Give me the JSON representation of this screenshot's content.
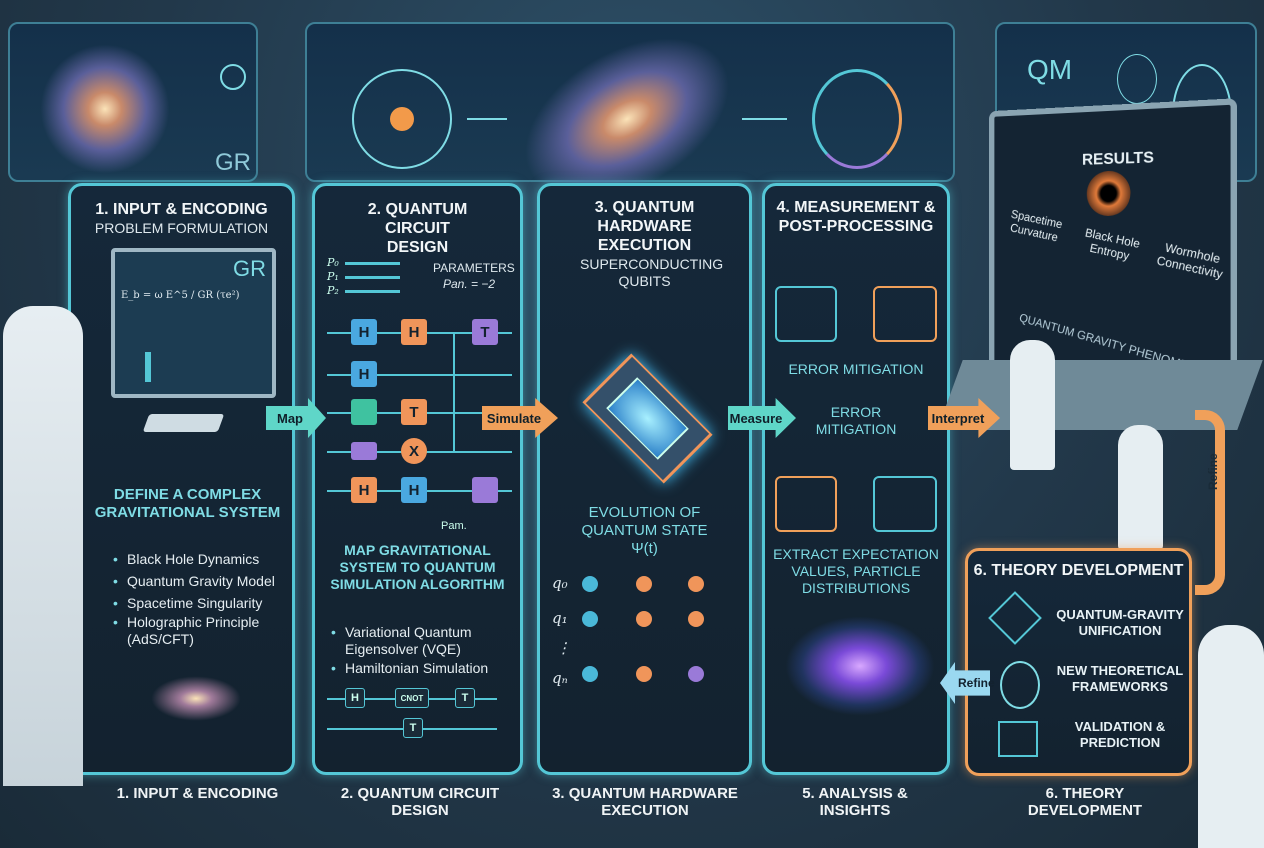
{
  "colors": {
    "accent_cyan": "#54c7d6",
    "accent_orange": "#f0a05a",
    "accent_purple": "#9a7ad8",
    "background": "#22384a"
  },
  "top_banner": {
    "gr_label": "GR",
    "qm_label": "QM",
    "results_label": "RESULTS"
  },
  "panel1": {
    "title": "1. INPUT & ENCODING",
    "subtitle": "PROBLEM FORMULATION",
    "screen_label": "GR",
    "equation": "E_b = ω E^5 / GR (τe²)",
    "heading": "DEFINE A COMPLEX GRAVITATIONAL SYSTEM",
    "items": [
      "Black Hole Dynamics",
      "Quantum Gravity Model",
      "Spacetime Singularity",
      "Holographic Principle (AdS/CFT)"
    ]
  },
  "arrows": {
    "map": "Map",
    "simulate": "Simulate",
    "measure": "Measure",
    "interpret": "Interpret",
    "refine_vertical": "Refine",
    "refine": "Refine"
  },
  "panel2": {
    "title": "2. QUANTUM CIRCUIT DESIGN",
    "param_labels": [
      "P₀",
      "P₁",
      "P₂"
    ],
    "parameters_label": "PARAMETERS",
    "parameters_value": "Pan. = −2",
    "gates": [
      "H",
      "H",
      "T",
      "H",
      "T",
      "X",
      "H",
      "H"
    ],
    "pam_label": "Pam.",
    "heading": "MAP GRAVITATIONAL SYSTEM TO QUANTUM SIMULATION ALGORITHM",
    "items": [
      "Variational Quantum Eigensolver (VQE)",
      "Hamiltonian Simulation"
    ],
    "mini_circuit": [
      "H",
      "CNOT",
      "T",
      "T"
    ]
  },
  "panel3": {
    "title": "3. QUANTUM HARDWARE EXECUTION",
    "subtitle": "SUPERCONDUCTING QUBITS",
    "heading": "EVOLUTION OF QUANTUM STATE Ψ(t)",
    "qubit_labels": [
      "q₀",
      "q₁",
      "⋮",
      "qₙ"
    ]
  },
  "panel4": {
    "title": "4. MEASUREMENT & POST-PROCESSING",
    "label1": "ERROR MITIGATION",
    "label2": "ERROR MITIGATION",
    "heading": "EXTRACT EXPECTATION VALUES, PARTICLE DISTRIBUTIONS"
  },
  "results": {
    "title": "RESULTS",
    "items": [
      "Spacetime Curvature",
      "Black Hole Entropy",
      "Wormhole Connectivity"
    ],
    "caption": "QUANTUM GRAVITY PHENOMENA"
  },
  "panel6": {
    "title": "6. THEORY DEVELOPMENT",
    "items": [
      "QUANTUM-GRAVITY UNIFICATION",
      "NEW THEORETICAL FRAMEWORKS",
      "VALIDATION & PREDICTION"
    ]
  },
  "bottom_labels": [
    "1. INPUT & ENCODING",
    "2. QUANTUM CIRCUIT DESIGN",
    "3. QUANTUM HARDWARE EXECUTION",
    "5. ANALYSIS & INSIGHTS",
    "6. THEORY DEVELOPMENT"
  ]
}
